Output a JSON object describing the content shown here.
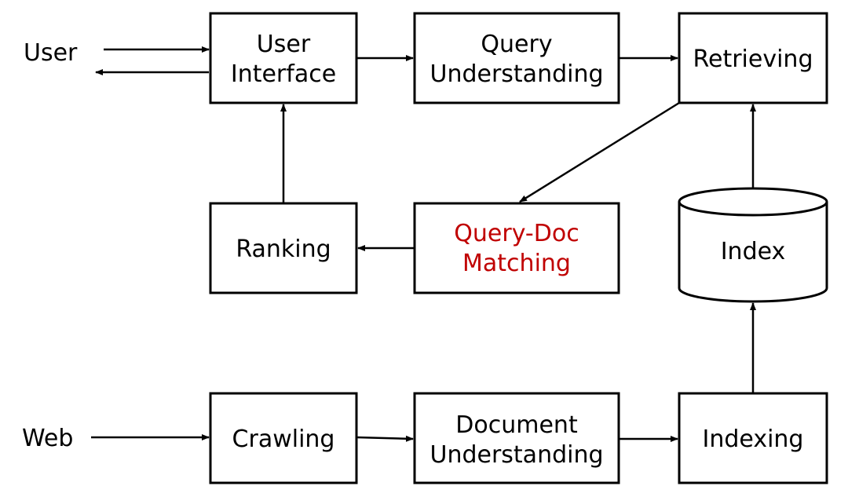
{
  "external": {
    "user": "User",
    "web": "Web"
  },
  "nodes": {
    "user_interface": [
      "User",
      "Interface"
    ],
    "query_understanding": [
      "Query",
      "Understanding"
    ],
    "retrieving": "Retrieving",
    "ranking": "Ranking",
    "query_doc_matching": [
      "Query-Doc",
      "Matching"
    ],
    "index": "Index",
    "crawling": "Crawling",
    "document_understanding": [
      "Document",
      "Understanding"
    ],
    "indexing": "Indexing"
  },
  "colors": {
    "line": "#000000",
    "highlight": "#c00000"
  }
}
